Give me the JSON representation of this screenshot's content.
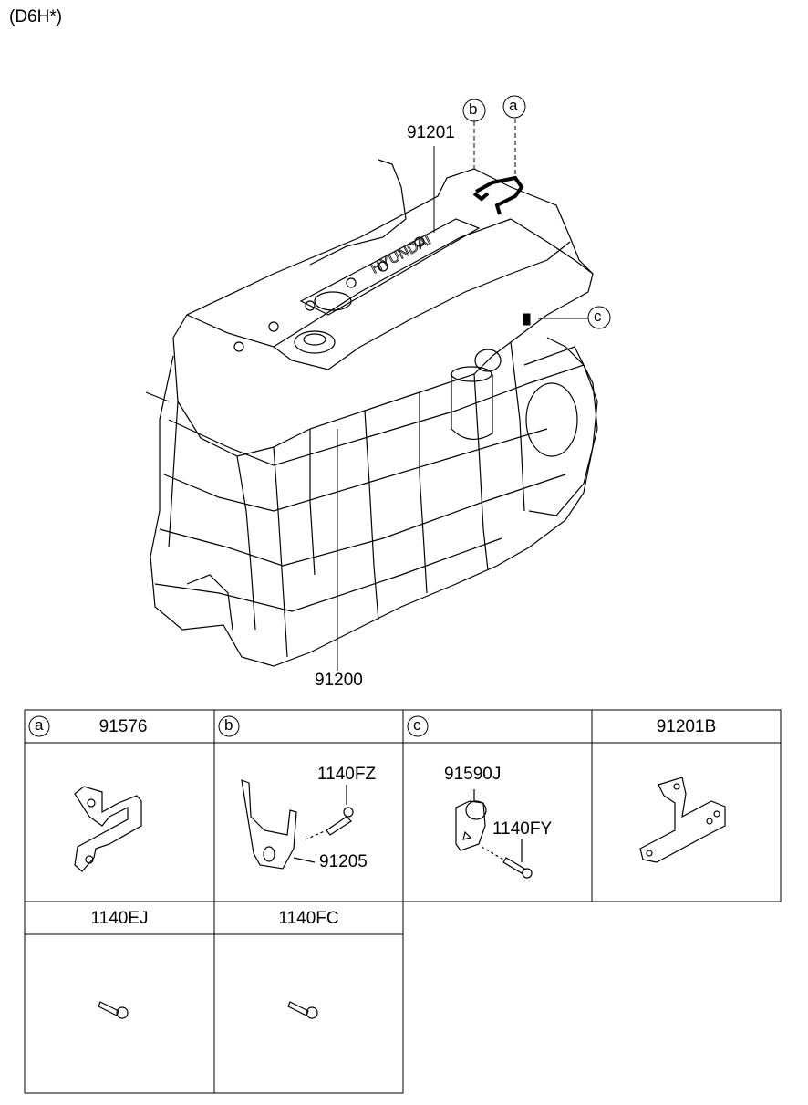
{
  "header": {
    "variant": "(D6H*)"
  },
  "callouts": {
    "a": "a",
    "b": "b",
    "c": "c"
  },
  "main": {
    "part_top": "91201",
    "part_bottom": "91200"
  },
  "table": {
    "cells": [
      {
        "letter": "a",
        "title": "91576",
        "parts": []
      },
      {
        "letter": "b",
        "title": "",
        "parts": [
          "1140FZ",
          "91205"
        ]
      },
      {
        "letter": "c",
        "title": "",
        "parts": [
          "91590J",
          "1140FY"
        ]
      },
      {
        "letter": "",
        "title": "91201B",
        "parts": []
      },
      {
        "letter": "",
        "title": "1140EJ",
        "parts": []
      },
      {
        "letter": "",
        "title": "1140FC",
        "parts": []
      }
    ]
  },
  "colors": {
    "line": "#000000",
    "background": "#ffffff"
  }
}
